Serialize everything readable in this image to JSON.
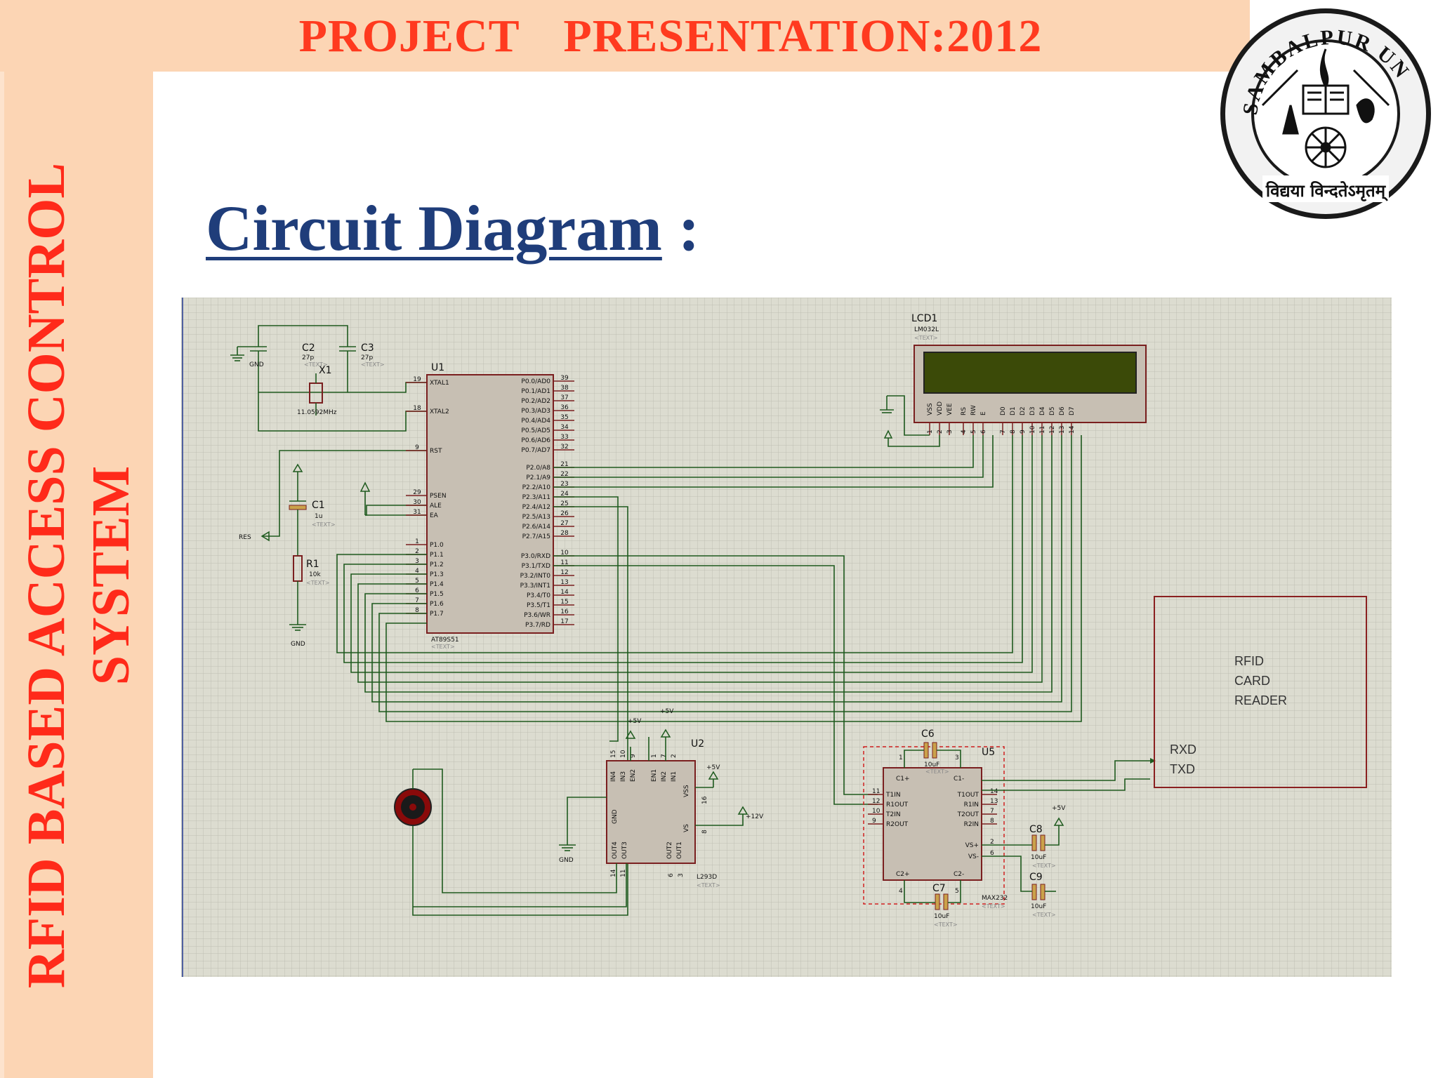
{
  "header": {
    "title": "PROJECT  PRESENTATION:2012"
  },
  "sidebar": {
    "line1": "RFID BASED ACCESS CONTROL",
    "line2": "SYSTEM"
  },
  "slide": {
    "heading": "Circuit Diagram",
    "colon": ":"
  },
  "logo": {
    "text_top": "SAMBALPUR UNIVERSITY",
    "motto": "विद्यया विन्दतेऽमृतम्"
  },
  "schematic": {
    "gnd": "GND",
    "res": "RES",
    "c2": "C2",
    "c2_val": "27p",
    "c3": "C3",
    "c3_val": "27p",
    "x1": "X1",
    "x1_val": "11.0592MHz",
    "text_tag": "<TEXT>",
    "u1": "U1",
    "u1_part": "AT89S51",
    "c1": "C1",
    "c1_val": "1u",
    "r1": "R1",
    "r1_val": "10k",
    "u1_left_pins": [
      {
        "num": "19",
        "name": "XTAL1"
      },
      {
        "num": "18",
        "name": "XTAL2"
      },
      {
        "num": "9",
        "name": "RST"
      },
      {
        "num": "29",
        "name": "PSEN"
      },
      {
        "num": "30",
        "name": "ALE"
      },
      {
        "num": "31",
        "name": "EA"
      },
      {
        "num": "1",
        "name": "P1.0"
      },
      {
        "num": "2",
        "name": "P1.1"
      },
      {
        "num": "3",
        "name": "P1.2"
      },
      {
        "num": "4",
        "name": "P1.3"
      },
      {
        "num": "5",
        "name": "P1.4"
      },
      {
        "num": "6",
        "name": "P1.5"
      },
      {
        "num": "7",
        "name": "P1.6"
      },
      {
        "num": "8",
        "name": "P1.7"
      }
    ],
    "u1_right_pins": [
      {
        "num": "39",
        "name": "P0.0/AD0"
      },
      {
        "num": "38",
        "name": "P0.1/AD1"
      },
      {
        "num": "37",
        "name": "P0.2/AD2"
      },
      {
        "num": "36",
        "name": "P0.3/AD3"
      },
      {
        "num": "35",
        "name": "P0.4/AD4"
      },
      {
        "num": "34",
        "name": "P0.5/AD5"
      },
      {
        "num": "33",
        "name": "P0.6/AD6"
      },
      {
        "num": "32",
        "name": "P0.7/AD7"
      },
      {
        "num": "21",
        "name": "P2.0/A8"
      },
      {
        "num": "22",
        "name": "P2.1/A9"
      },
      {
        "num": "23",
        "name": "P2.2/A10"
      },
      {
        "num": "24",
        "name": "P2.3/A11"
      },
      {
        "num": "25",
        "name": "P2.4/A12"
      },
      {
        "num": "26",
        "name": "P2.5/A13"
      },
      {
        "num": "27",
        "name": "P2.6/A14"
      },
      {
        "num": "28",
        "name": "P2.7/A15"
      },
      {
        "num": "10",
        "name": "P3.0/RXD"
      },
      {
        "num": "11",
        "name": "P3.1/TXD"
      },
      {
        "num": "12",
        "name": "P3.2/INT0"
      },
      {
        "num": "13",
        "name": "P3.3/INT1"
      },
      {
        "num": "14",
        "name": "P3.4/T0"
      },
      {
        "num": "15",
        "name": "P3.5/T1"
      },
      {
        "num": "16",
        "name": "P3.6/WR"
      },
      {
        "num": "17",
        "name": "P3.7/RD"
      }
    ],
    "lcd1": "LCD1",
    "lcd1_part": "LM032L",
    "lcd_pin_names": [
      "VSS",
      "VDD",
      "VEE",
      "RS",
      "RW",
      "E",
      "D0",
      "D1",
      "D2",
      "D3",
      "D4",
      "D5",
      "D6",
      "D7"
    ],
    "lcd_pin_nums": [
      "1",
      "2",
      "3",
      "4",
      "5",
      "6",
      "7",
      "8",
      "9",
      "10",
      "11",
      "12",
      "13",
      "14"
    ],
    "u2": "U2",
    "u2_part": "L293D",
    "u2_top_pins": [
      "IN4",
      "IN3",
      "EN2",
      "EN1",
      "IN2",
      "IN1"
    ],
    "u2_top_nums": [
      "15",
      "10",
      "9",
      "1",
      "7",
      "2"
    ],
    "u2_left_pins": [
      "GND",
      "OUT4",
      "OUT3"
    ],
    "u2_right_pins": [
      "VSS",
      "VS",
      "OUT2",
      "OUT1"
    ],
    "u2_bottom_nums": [
      "14",
      "11",
      "6",
      "3"
    ],
    "u2_side_nums": [
      "16",
      "8"
    ],
    "p5v": "+5V",
    "p12v": "+12V",
    "u5": "U5",
    "u5_part": "MAX232",
    "u5_left_pins": [
      {
        "num": "11",
        "name": "T1IN"
      },
      {
        "num": "12",
        "name": "R1OUT"
      },
      {
        "num": "10",
        "name": "T2IN"
      },
      {
        "num": "9",
        "name": "R2OUT"
      }
    ],
    "u5_right_pins": [
      {
        "num": "14",
        "name": "T1OUT"
      },
      {
        "num": "13",
        "name": "R1IN"
      },
      {
        "num": "7",
        "name": "T2OUT"
      },
      {
        "num": "8",
        "name": "R2IN"
      }
    ],
    "u5_vs": [
      {
        "num": "2",
        "name": "VS+"
      },
      {
        "num": "6",
        "name": "VS-"
      }
    ],
    "u5_c1p": "C1+",
    "u5_c1m": "C1-",
    "u5_c2p": "C2+",
    "u5_c2m": "C2-",
    "u5_nums_top": [
      "1",
      "3"
    ],
    "u5_nums_bottom": [
      "4",
      "5"
    ],
    "c6": "C6",
    "c7": "C7",
    "c8": "C8",
    "c9": "C9",
    "cap10u": "10uF",
    "rfid_line1": "RFID",
    "rfid_line2": "CARD",
    "rfid_line3": "READER",
    "rxd": "RXD",
    "txd": "TXD"
  }
}
